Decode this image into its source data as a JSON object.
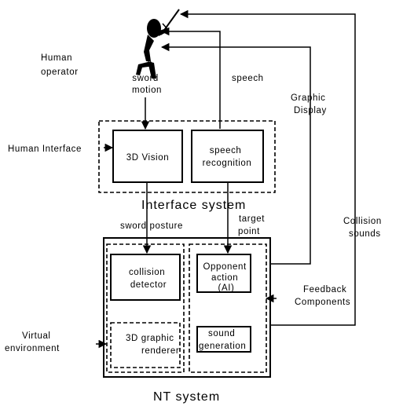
{
  "labels": {
    "human_operator": [
      "Human",
      "operator"
    ],
    "sword_motion": [
      "sword",
      "motion"
    ],
    "speech": "speech",
    "graphic_display": [
      "Graphic",
      "Display"
    ],
    "human_interface": "Human Interface",
    "vision_3d": "3D Vision",
    "speech_recognition": [
      "speech",
      "recognition"
    ],
    "interface_system": "Interface system",
    "sword_posture": "sword posture",
    "target_point": [
      "target",
      "point"
    ],
    "collision_sounds": [
      "Collision",
      "sounds"
    ],
    "collision_detector": [
      "collision",
      "detector"
    ],
    "opponent_action": [
      "Opponent",
      "action",
      "(AI)"
    ],
    "feedback_components": [
      "Feedback",
      "Components"
    ],
    "virtual_environment": [
      "Virtual",
      "environment"
    ],
    "graphic_renderer": [
      "3D graphic",
      "renderer"
    ],
    "sound_generation": [
      "sound",
      "generation"
    ],
    "nt_system": "NT system"
  },
  "icons": {
    "human_operator": "human-with-sword-icon"
  }
}
